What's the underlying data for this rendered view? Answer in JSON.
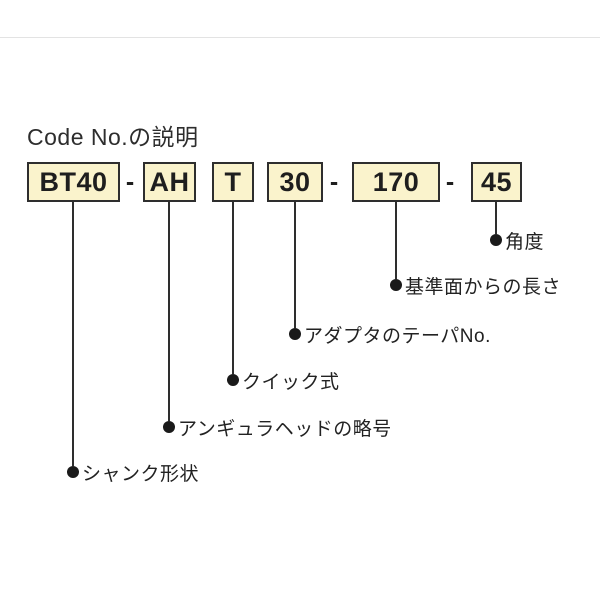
{
  "page": {
    "title": "Code No.の説明"
  },
  "code": {
    "display": "BT40 - AH T 30 - 170 - 45",
    "separator": "-",
    "segments": [
      {
        "code": "BT40",
        "label": "シャンク形状"
      },
      {
        "code": "AH",
        "label": "アンギュラヘッドの略号"
      },
      {
        "code": "T",
        "label": "クイック式"
      },
      {
        "code": "30",
        "label": "アダプタのテーパNo."
      },
      {
        "code": "170",
        "label": "基準面からの長さ"
      },
      {
        "code": "45",
        "label": "角度"
      }
    ]
  },
  "colors": {
    "box_fill": "#faf3cc",
    "box_border": "#2e2e2e",
    "text": "#1e1e1e",
    "leader_line": "#2e2e2e",
    "top_divider": "#e3e3e3"
  },
  "icons": {
    "bullet": "filled-circle"
  }
}
